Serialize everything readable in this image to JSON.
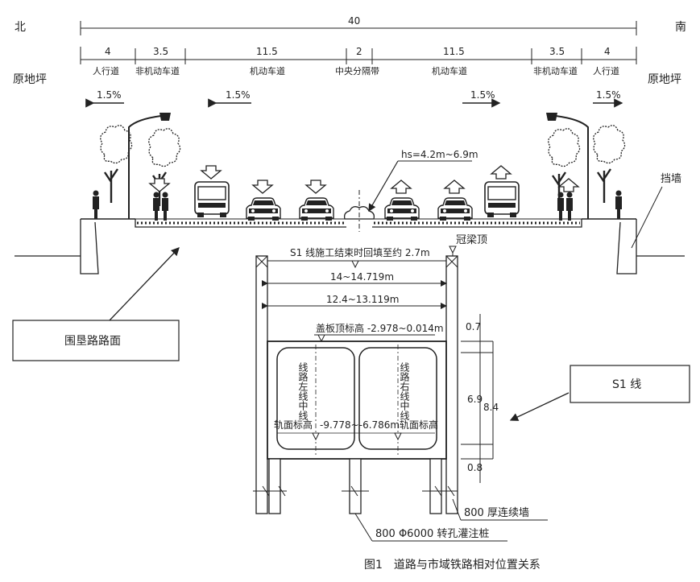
{
  "directions": {
    "north": "北",
    "south": "南"
  },
  "original_ground": {
    "left": "原地坪",
    "right": "原地坪"
  },
  "total_width": "40",
  "segments": [
    {
      "width": "4",
      "label": "人行道"
    },
    {
      "width": "3.5",
      "label": "非机动车道"
    },
    {
      "width": "11.5",
      "label": "机动车道"
    },
    {
      "width": "2",
      "label": "中央分隔带"
    },
    {
      "width": "11.5",
      "label": "机动车道"
    },
    {
      "width": "3.5",
      "label": "非机动车道"
    },
    {
      "width": "4",
      "label": "人行道"
    }
  ],
  "slopes": [
    "1.5%",
    "1.5%",
    "1.5%",
    "1.5%"
  ],
  "hs_label": "hs=4.2m~6.9m",
  "retaining_wall": "挡墙",
  "road_surface": "围垦路路面",
  "backfill": "S1 线施工结束时回填至约 2.7m",
  "crown_beam": "冠梁顶",
  "width_outer": "14~14.719m",
  "width_inner": "12.4~13.119m",
  "top_slab": "盖板顶标高 -2.978~0.014m",
  "left_line": "线路左线中线",
  "right_line": "线路右线中线",
  "rail_left": "轨面标高",
  "rail_range": "-9.778~-6.786m",
  "rail_right": "轨面标高",
  "dims_right": {
    "d07": "0.7",
    "d69": "6.9",
    "d84": "8.4",
    "d08": "0.8"
  },
  "s1_line": "S1 线",
  "diaphragm_wall": "800 厚连续墙",
  "bored_pile": "800 Φ6000 转孔灌注桩",
  "caption": "图1　道路与市域铁路相对位置关系",
  "colors": {
    "ink": "#222222",
    "paper": "#ffffff"
  },
  "icons": [
    "tree-icon",
    "street-lamp-icon",
    "bus-icon",
    "car-icon",
    "pedestrian-icon",
    "arrow-icon"
  ]
}
